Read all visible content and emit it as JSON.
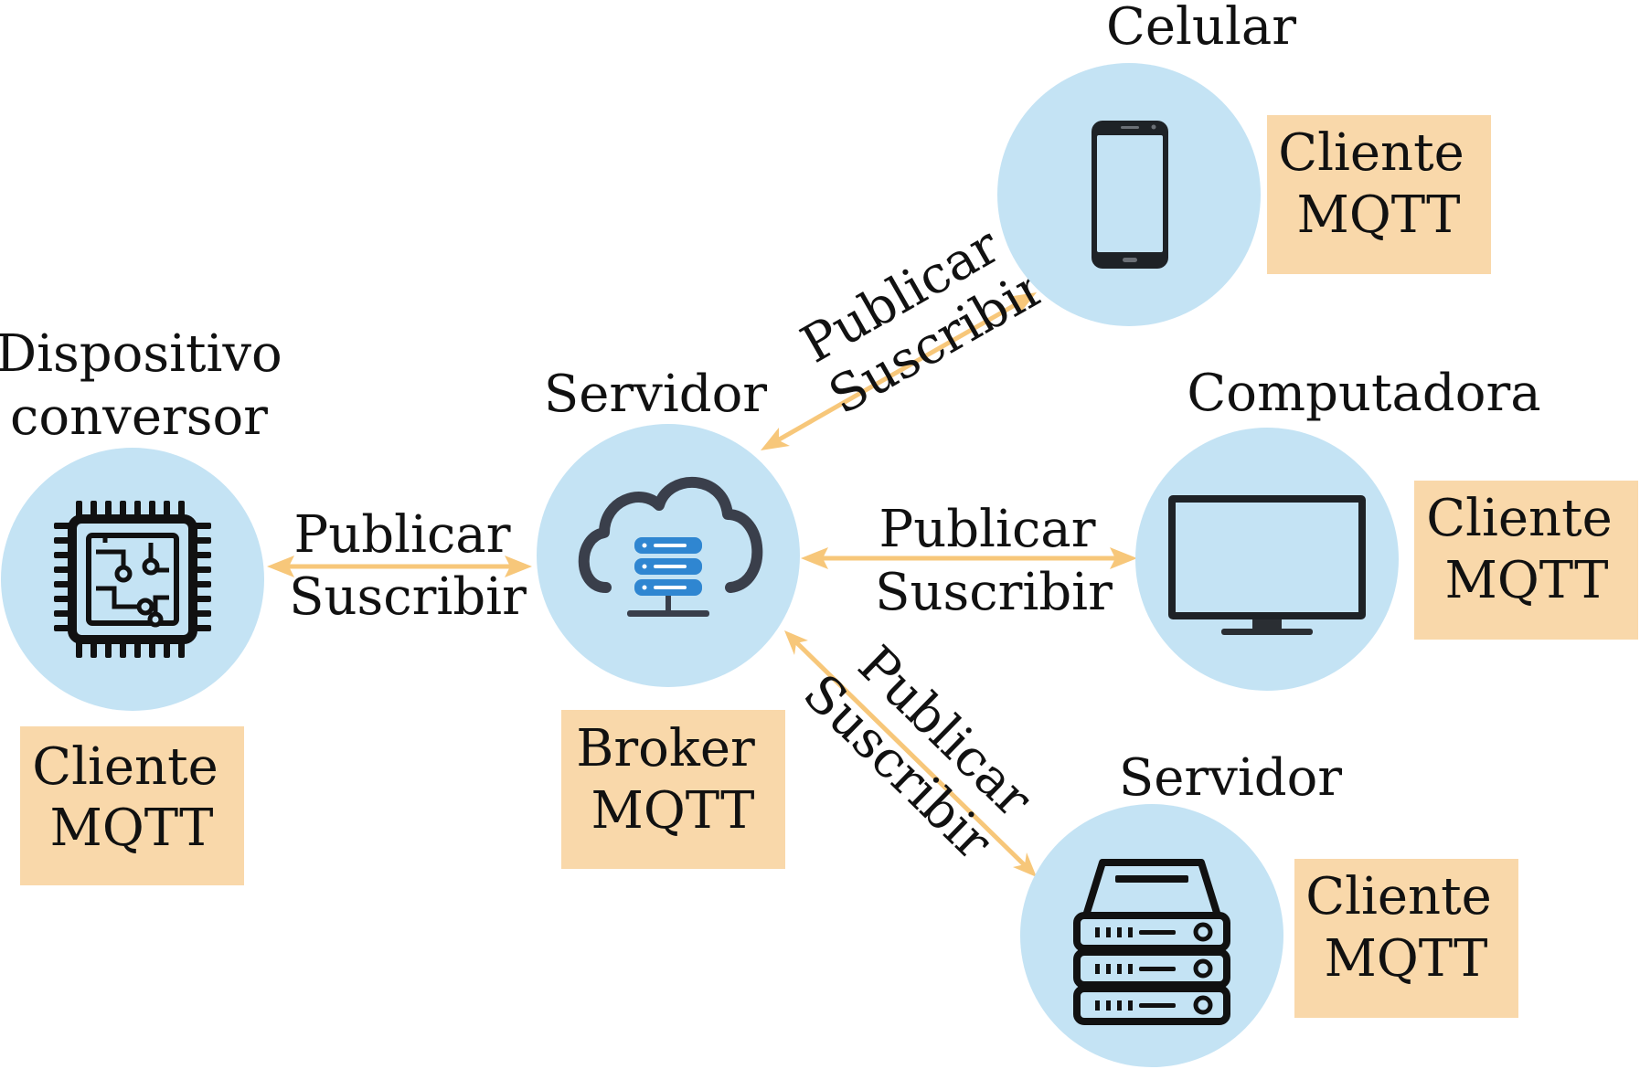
{
  "colors": {
    "node_fill": "#c4e3f4",
    "tag_fill": "#f9d8aa",
    "arrow": "#f7c77a",
    "text": "#111111",
    "icon_dark": "#3a3f4b",
    "icon_accent": "#2f86d1"
  },
  "nodes": {
    "device": {
      "title_line1": "Dispositivo",
      "title_line2": "conversor",
      "tag_line1": "Cliente",
      "tag_line2": "MQTT",
      "icon": "microchip-icon"
    },
    "broker": {
      "title": "Servidor",
      "tag_line1": "Broker",
      "tag_line2": "MQTT",
      "icon": "cloud-server-icon"
    },
    "phone": {
      "title": "Celular",
      "tag_line1": "Cliente",
      "tag_line2": "MQTT",
      "icon": "smartphone-icon"
    },
    "computer": {
      "title": "Computadora",
      "tag_line1": "Cliente",
      "tag_line2": "MQTT",
      "icon": "monitor-icon"
    },
    "server": {
      "title": "Servidor",
      "tag_line1": "Cliente",
      "tag_line2": "MQTT",
      "icon": "server-rack-icon"
    }
  },
  "links": {
    "device": {
      "publish": "Publicar",
      "subscribe": "Suscribir"
    },
    "phone": {
      "publish": "Publicar",
      "subscribe": "Suscribir"
    },
    "computer": {
      "publish": "Publicar",
      "subscribe": "Suscribir"
    },
    "server": {
      "publish": "Publicar",
      "subscribe": "Suscribir"
    }
  }
}
